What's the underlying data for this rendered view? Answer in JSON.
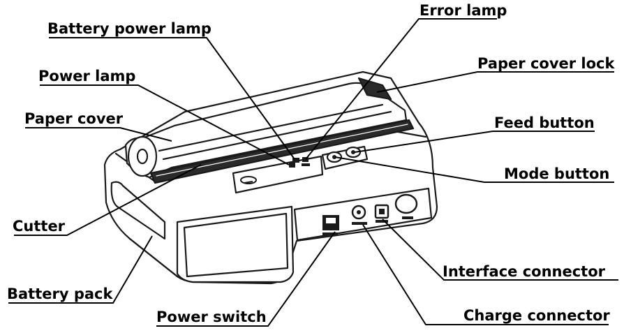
{
  "labels": {
    "error_lamp": "Error lamp",
    "battery_power_lamp": "Battery power lamp",
    "paper_cover_lock": "Paper cover lock",
    "power_lamp": "Power lamp",
    "paper_cover": "Paper cover",
    "feed_button": "Feed button",
    "mode_button": "Mode button",
    "cutter": "Cutter",
    "interface_connector": "Interface connector",
    "battery_pack": "Battery pack",
    "power_switch": "Power switch",
    "charge_connector": "Charge connector"
  }
}
